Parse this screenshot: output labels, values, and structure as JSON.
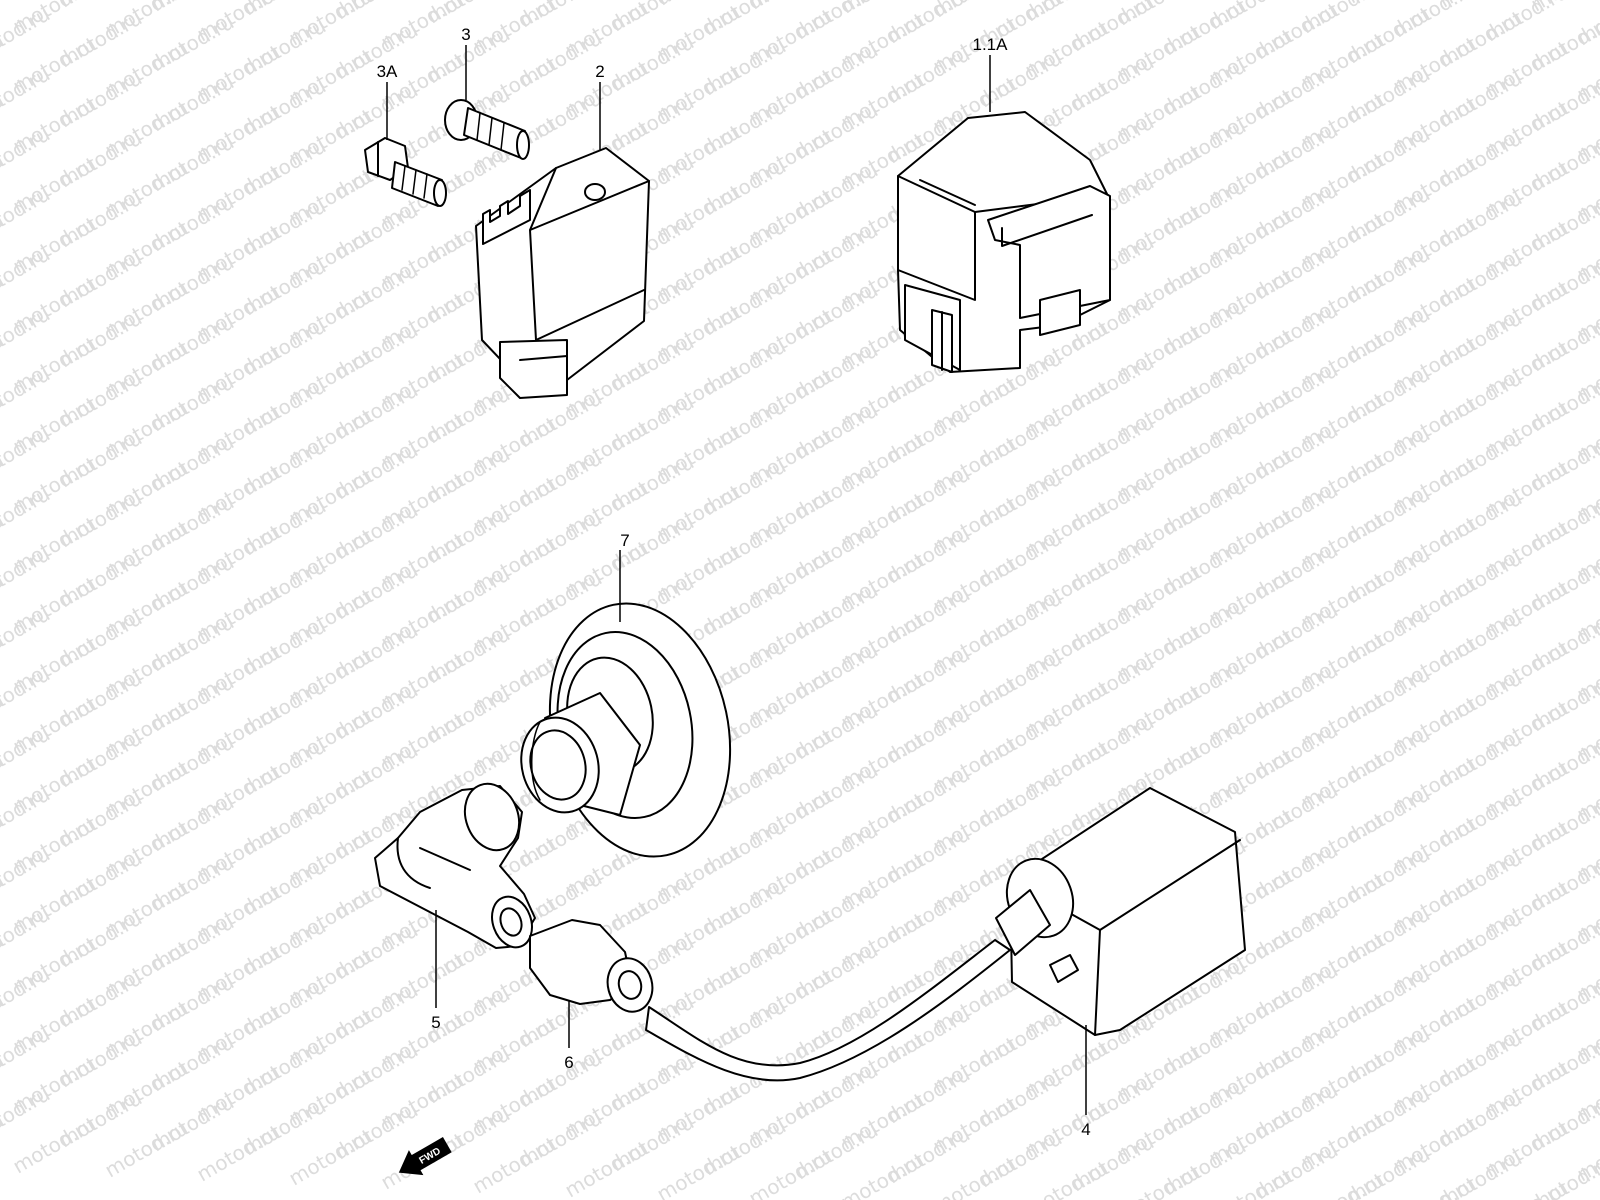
{
  "watermark": {
    "text": "motod.ru",
    "color": "#dcdcdc"
  },
  "callouts": {
    "part_1_1a": "1.1A",
    "part_2": "2",
    "part_3": "3",
    "part_3a": "3A",
    "part_4": "4",
    "part_5": "5",
    "part_6": "6",
    "part_7": "7"
  },
  "direction_indicator": {
    "label": "FWD"
  }
}
